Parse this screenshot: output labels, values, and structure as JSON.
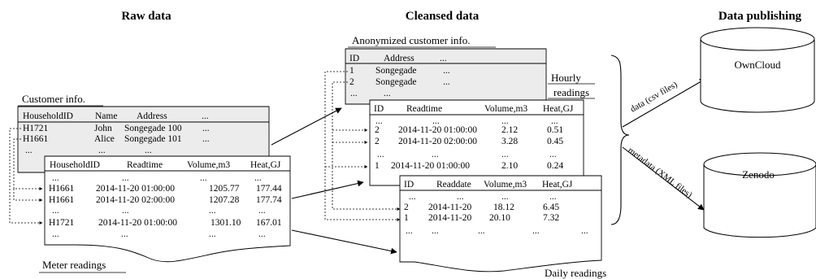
{
  "headers": {
    "raw": "Raw data",
    "cleansed": "Cleansed data",
    "publishing": "Data publishing"
  },
  "customer": {
    "caption": "Customer info.",
    "columns": [
      "HouseholdID",
      "Name",
      "Address",
      "..."
    ],
    "rows": [
      [
        "H1721",
        "John",
        "Songegade 100",
        "..."
      ],
      [
        "H1661",
        "Alice",
        "Songegade 101",
        "..."
      ],
      [
        "...",
        "...",
        "...",
        ""
      ]
    ]
  },
  "meter": {
    "caption": "Meter readings",
    "columns": [
      "HouseholdID",
      "Readtime",
      "Volume,m3",
      "Heat,GJ"
    ],
    "rows": [
      [
        "...",
        "...",
        "...",
        "..."
      ],
      [
        "H1661",
        "2014-11-20 01:00:00",
        "1205.77",
        "177.44"
      ],
      [
        "H1661",
        "2014-11-20 02:00:00",
        "1207.28",
        "177.74"
      ],
      [
        "...",
        "...",
        "...",
        "..."
      ],
      [
        "H1721",
        "2014-11-20 01:00:00",
        "1301.10",
        "167.01"
      ],
      [
        "...",
        "...",
        "...",
        "..."
      ]
    ]
  },
  "anon": {
    "caption": "Anonymized customer info.",
    "columns": [
      "ID",
      "Address",
      "..."
    ],
    "rows": [
      [
        "1",
        "Songegade",
        "..."
      ],
      [
        "2",
        "Songegade",
        "..."
      ],
      [
        "...",
        "...",
        ""
      ]
    ]
  },
  "hourly": {
    "caption_line1": "Hourly",
    "caption_line2": "readings",
    "columns": [
      "ID",
      "Readtime",
      "Volume,m3",
      "Heat,GJ"
    ],
    "rows": [
      [
        "...",
        "...",
        "...",
        "..."
      ],
      [
        "2",
        "2014-11-20 01:00:00",
        "2.12",
        "0.51"
      ],
      [
        "2",
        "2014-11-20 02:00:00",
        "3.28",
        "0.45"
      ],
      [
        "...",
        "...",
        "...",
        "..."
      ],
      [
        "1",
        "2014-11-20 01:00:00",
        "2.10",
        "0.24"
      ]
    ]
  },
  "daily": {
    "caption": "Daily readings",
    "columns": [
      "ID",
      "Readdate",
      "Volume,m3",
      "Heat,GJ"
    ],
    "rows": [
      [
        "...",
        "...",
        "...",
        "..."
      ],
      [
        "2",
        "2014-11-20",
        "18.12",
        "6.45"
      ],
      [
        "1",
        "2014-11-20",
        "20.10",
        "7.32"
      ],
      [
        "...",
        "...",
        "...",
        "...",
        "..."
      ]
    ]
  },
  "publish": {
    "owncloud": "OwnCloud",
    "zenodo": "Zenodo",
    "csv_label": "data (csv files)",
    "xml_label": "metadata (XML files)"
  }
}
